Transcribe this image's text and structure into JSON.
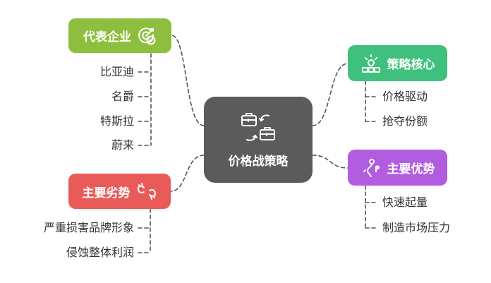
{
  "center": {
    "title": "价格战策略",
    "icon": "briefcase-swap-icon"
  },
  "branches": {
    "companies": {
      "title": "代表企业",
      "color": "#8dbf3e",
      "icon": "target-check-icon",
      "items": [
        "比亚迪",
        "名爵",
        "特斯拉",
        "蔚来"
      ]
    },
    "disadvantages": {
      "title": "主要劣势",
      "color": "#e85b58",
      "icon": "broken-link-icon",
      "items": [
        "严重损害品牌形象",
        "侵蚀整体利润"
      ]
    },
    "core": {
      "title": "策略核心",
      "color": "#3fc17d",
      "icon": "lightbulb-blocks-icon",
      "items": [
        "价格驱动",
        "抢夺份额"
      ]
    },
    "advantages": {
      "title": "主要优势",
      "color": "#b25ce0",
      "icon": "route-flag-icon",
      "items": [
        "快速起量",
        "制造市场压力"
      ]
    }
  },
  "colors": {
    "center": "#5b5b5b",
    "connector": "#555555",
    "leaf_text": "#333333"
  }
}
